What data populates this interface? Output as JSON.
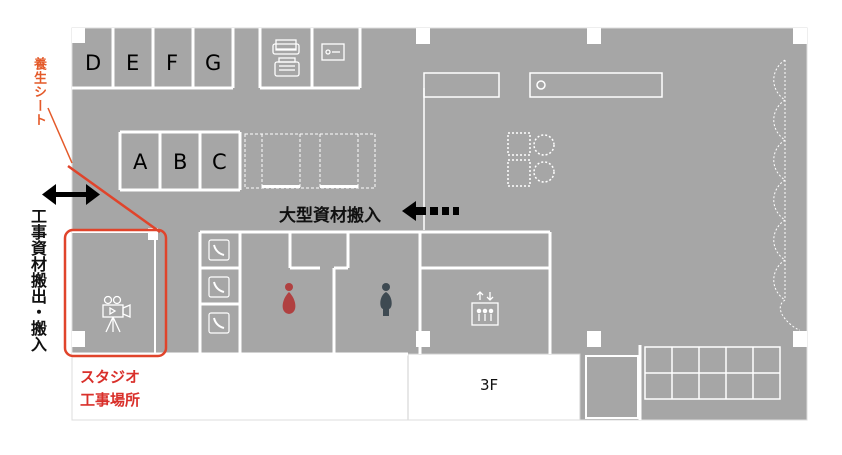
{
  "rooms_top": [
    "D",
    "E",
    "F",
    "G"
  ],
  "rooms_mid": [
    "A",
    "B",
    "C"
  ],
  "floor_label": "3F",
  "annotations": {
    "curing_sheet": "養生シート",
    "large_materials": "大型資材搬入",
    "construction_materials": "工事資材搬出・搬入",
    "studio_line1": "スタジオ",
    "studio_line2": "工事場所"
  },
  "icons": [
    "phone-icon",
    "phone-icon",
    "phone-icon",
    "restroom-female-icon",
    "restroom-male-icon",
    "elevator-icon",
    "camera-icon",
    "copier-icon",
    "printer-icon",
    "control-panel-icon"
  ],
  "colors": {
    "floor": "#a6a6a6",
    "wall": "#ffffff",
    "studio_highlight": "#e0442b",
    "female": "#b04040",
    "male": "#3e4a52",
    "label_red": "#d9302b",
    "label_orange": "#e45a2a"
  }
}
